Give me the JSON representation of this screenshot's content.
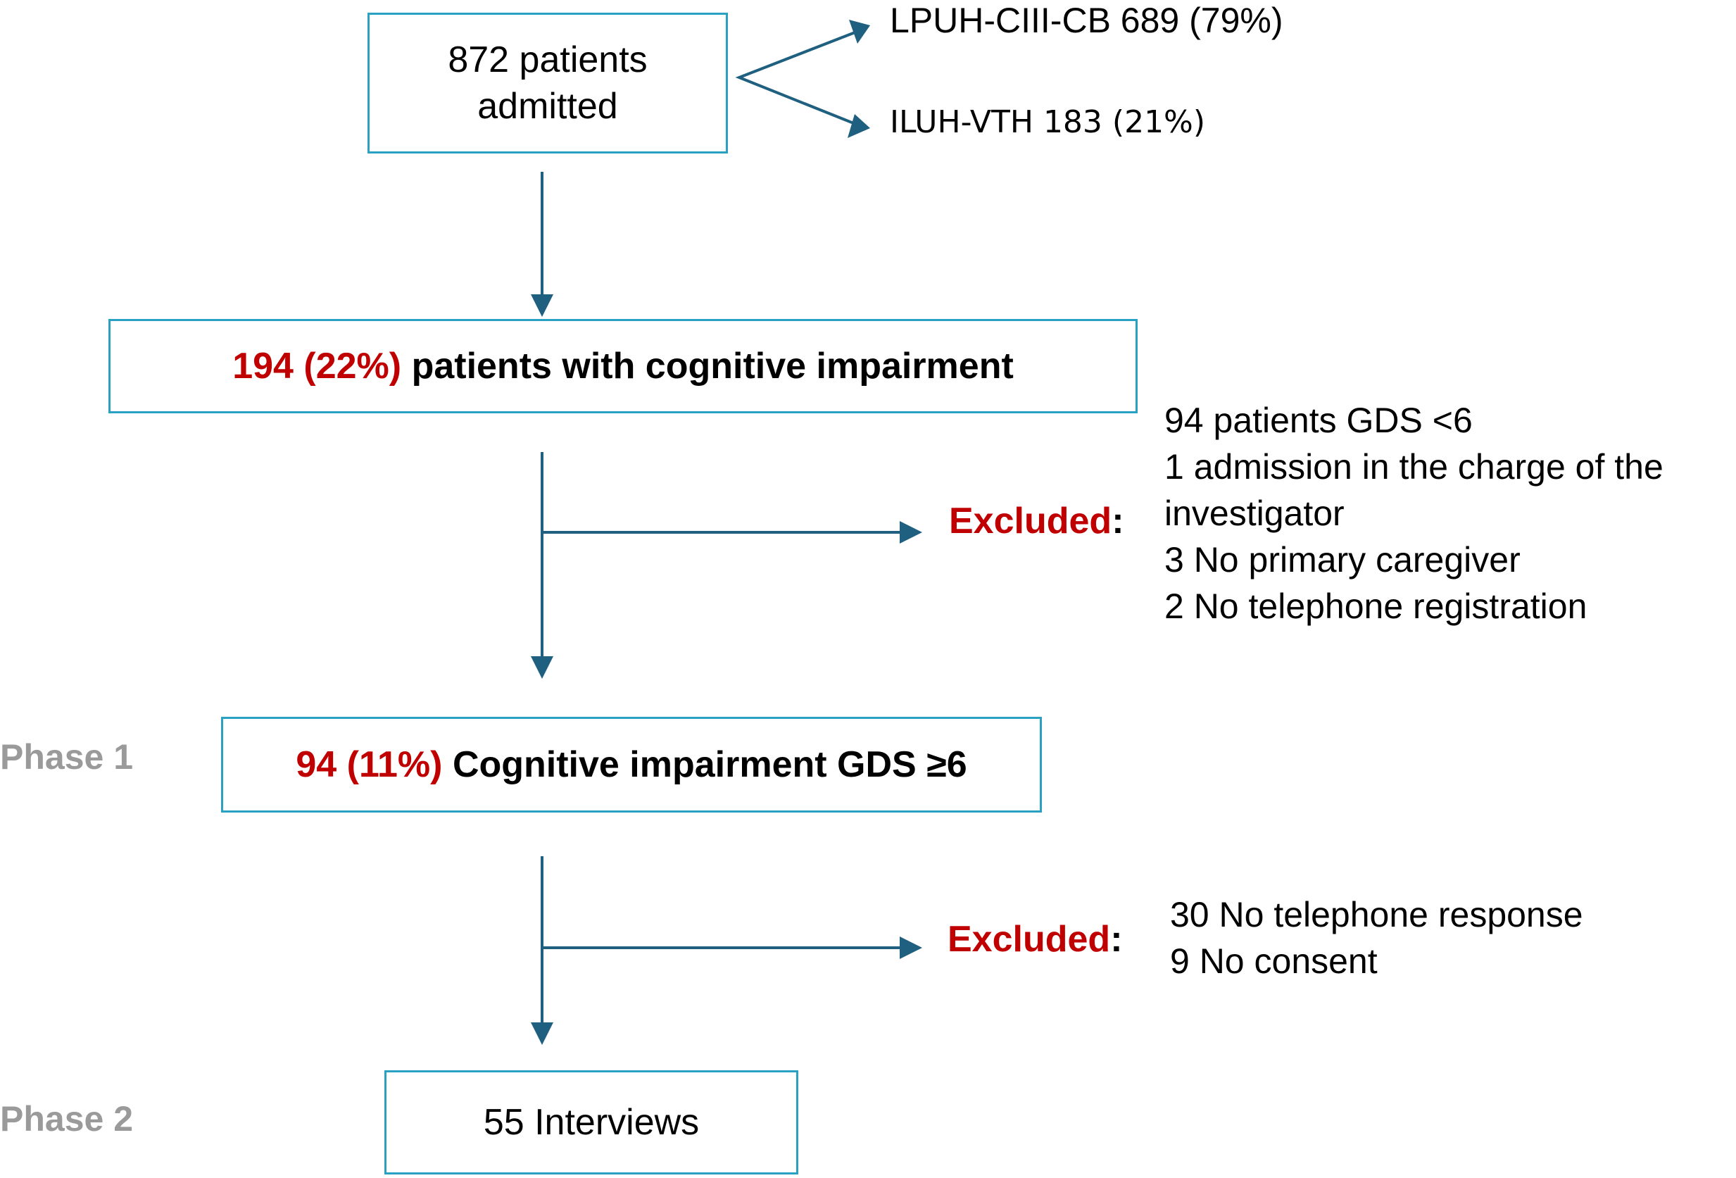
{
  "colors": {
    "box_border": "#2aa1c3",
    "arrow": "#1f5f80",
    "highlight": "#c00000",
    "phase_label": "#9a9a9a"
  },
  "admitted": {
    "line1": "872 patients",
    "line2": "admitted"
  },
  "branches": [
    "LPUH-CIII-CB 689 (79%)",
    "ILUH-VTH 183 (21%)"
  ],
  "cognitive": {
    "highlight": "194 (22%)",
    "text": "patients with cognitive impairment"
  },
  "exclusion1": {
    "label": "Excluded",
    "colon": ":",
    "reasons": [
      "94 patients GDS <6",
      "1 admission in the charge of the",
      "investigator",
      "3 No primary caregiver",
      "2 No telephone registration"
    ]
  },
  "phase1": {
    "label": "Phase 1",
    "highlight": "94 (11%)",
    "text": "Cognitive impairment GDS ≥6"
  },
  "exclusion2": {
    "label": "Excluded",
    "colon": ":",
    "reasons": [
      "30 No telephone response",
      "9 No consent"
    ]
  },
  "phase2": {
    "label": "Phase 2",
    "text": "55 Interviews"
  }
}
